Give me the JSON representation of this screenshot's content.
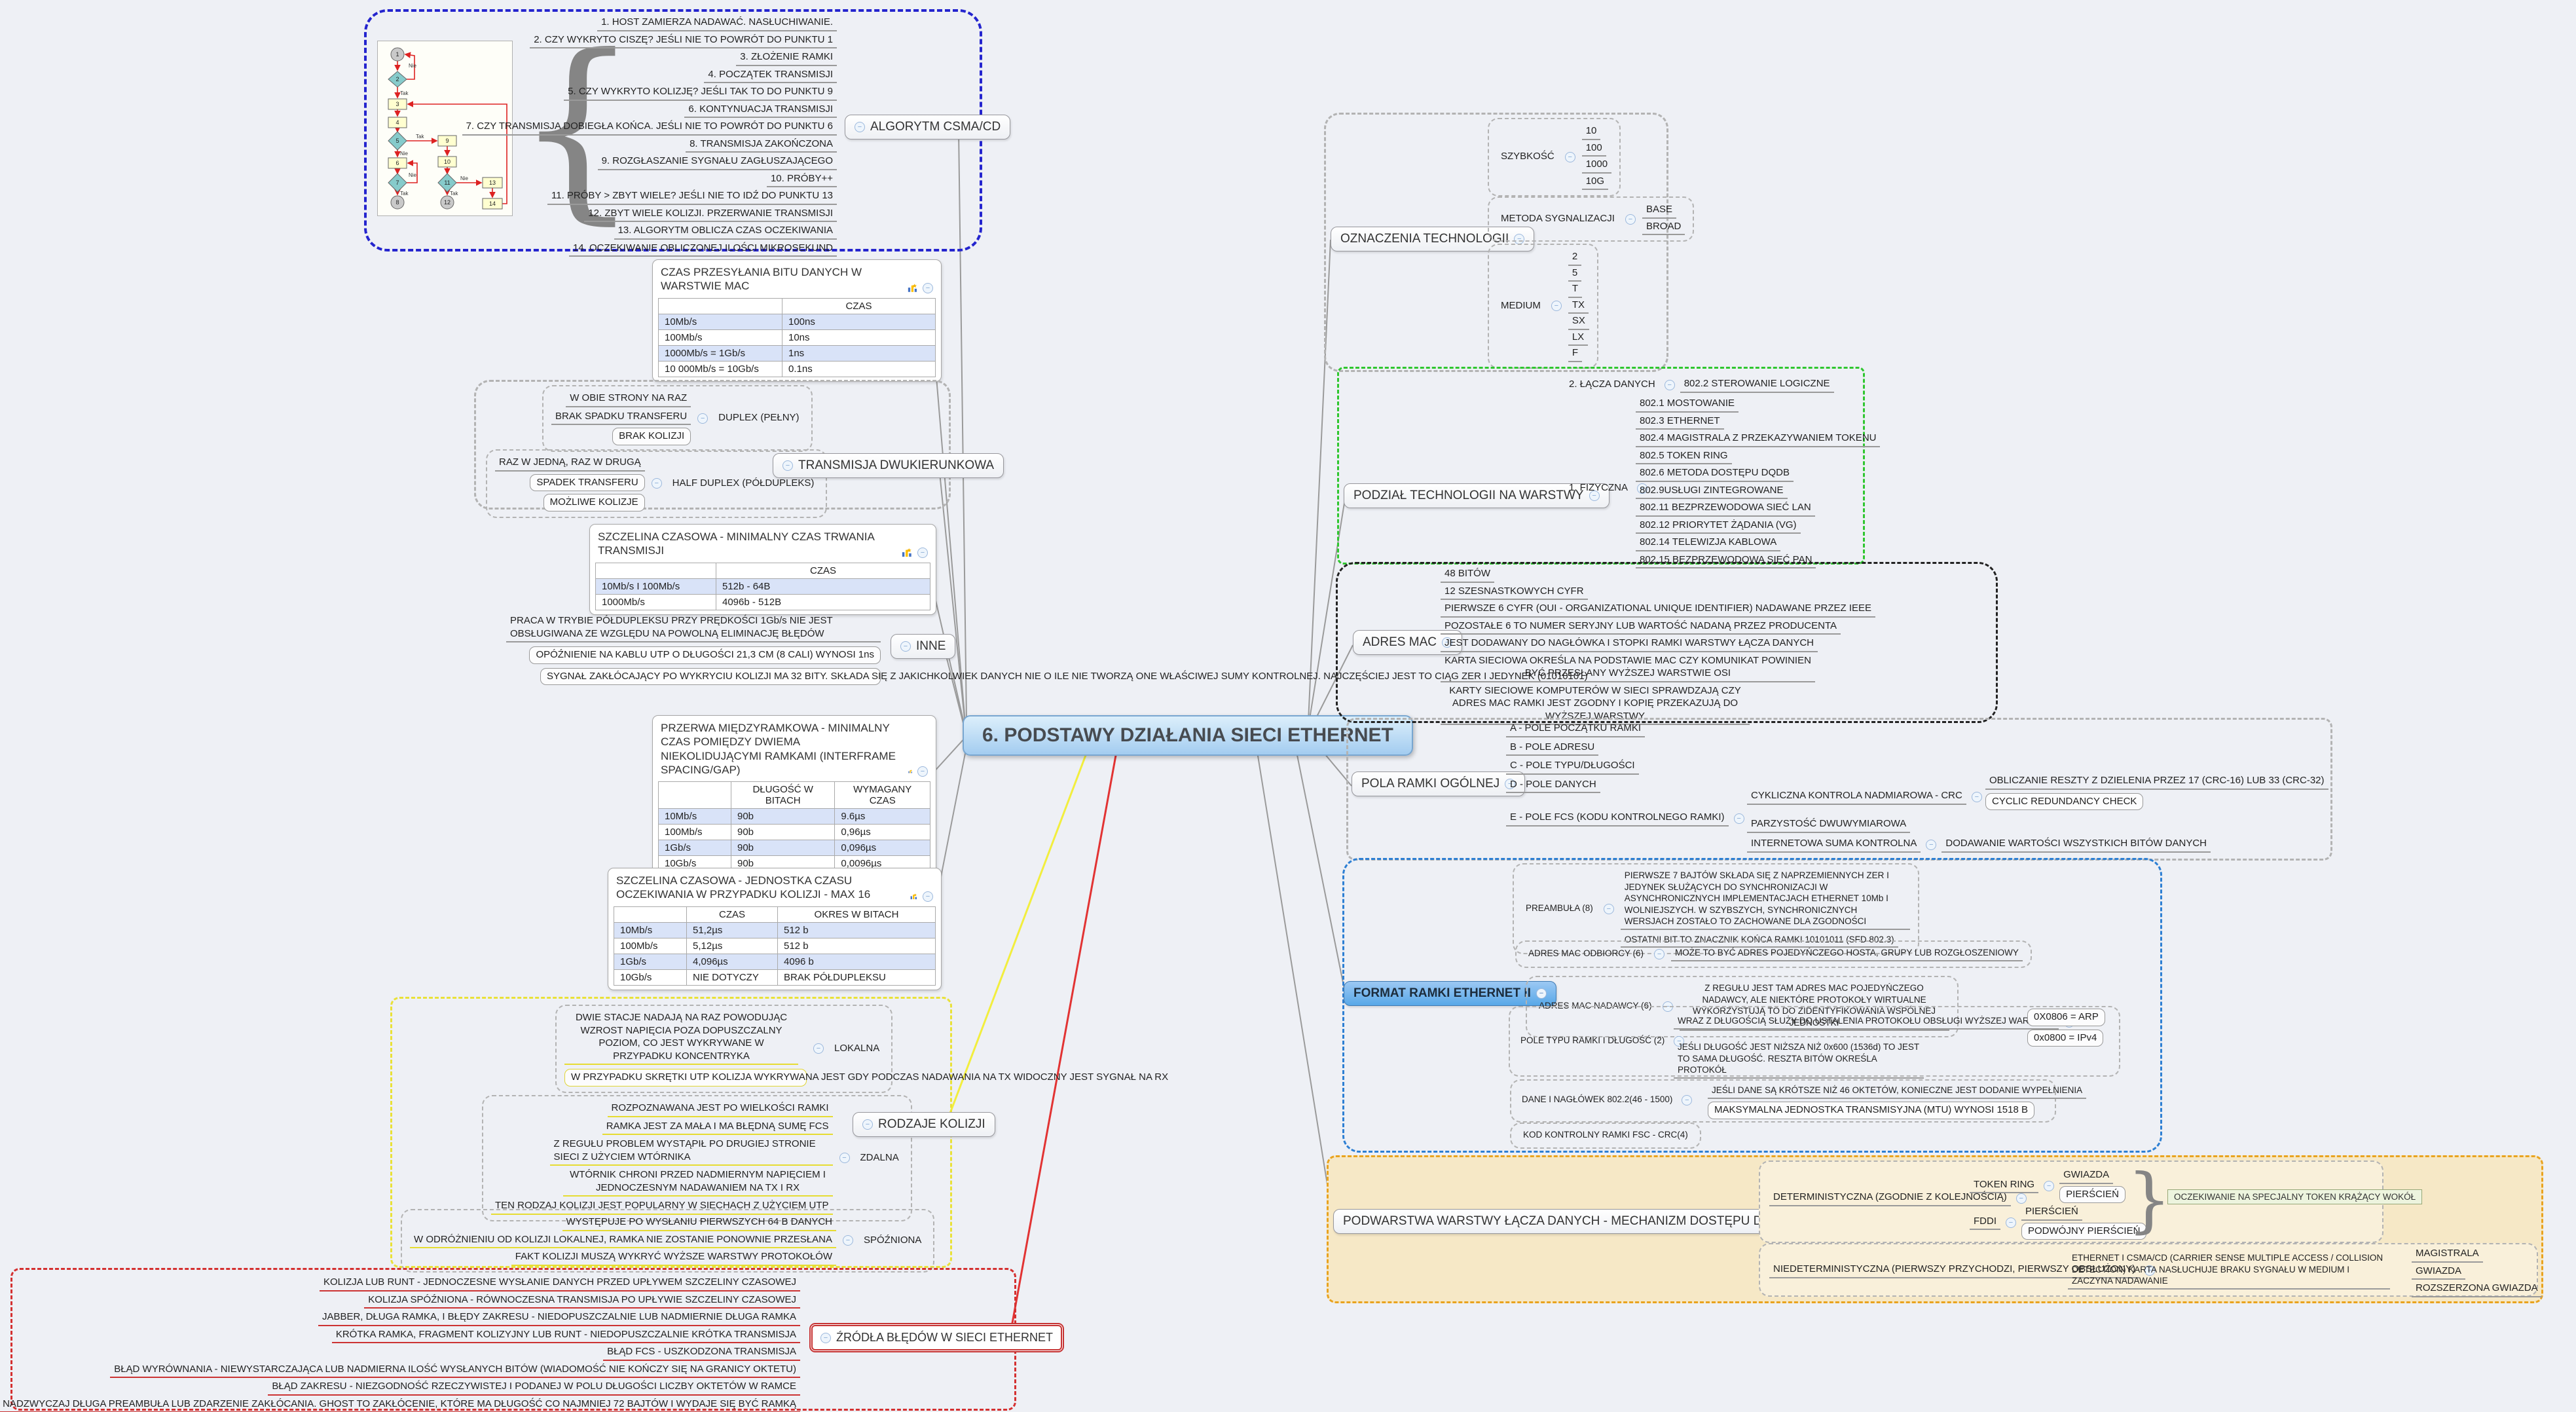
{
  "colors": {
    "bg": "#eef0f5",
    "central_fill": "#a3ccf0",
    "edge_gray": "#9a9a9a",
    "edge_yellow": "#f2ee3e",
    "edge_red": "#e23333",
    "region_blue": "#2424ce",
    "region_yellow": "#e9e138",
    "region_red": "#d43030",
    "region_green": "#2fc62f",
    "region_black": "#222222",
    "region_orange": "#e9a31f",
    "row_blue": "#d9e3f8",
    "format_node": "#58a8e8"
  },
  "icons": {
    "collapse": "−",
    "brace_left": "{",
    "brace_right": "}"
  },
  "central": {
    "title": "6. PODSTAWY DZIAŁANIA SIECI ETHERNET"
  },
  "flow": {
    "yes": "Tak",
    "no": "Nie",
    "numbers": [
      "1",
      "2",
      "3",
      "4",
      "5",
      "6",
      "7",
      "8",
      "9",
      "10",
      "11",
      "12",
      "13",
      "14"
    ]
  },
  "algorytm": {
    "label": "ALGORYTM CSMA/CD",
    "steps": [
      "1. HOST ZAMIERZA NADAWAĆ. NASŁUCHIWANIE.",
      "2. CZY WYKRYTO CISZĘ? JEŚLI NIE TO POWRÓT DO PUNKTU 1",
      "3. ZŁOŻENIE RAMKI",
      "4. POCZĄTEK TRANSMISJI",
      "5. CZY WYKRYTO KOLIZJĘ? JEŚLI TAK TO DO PUNKTU 9",
      "6. KONTYNUACJA TRANSMISJI",
      "7. CZY TRANSMISJA DOBIEGŁA KOŃCA. JEŚLI NIE TO POWRÓT DO PUNKTU 6",
      "8. TRANSMISJA ZAKOŃCZONA",
      "9. ROZGŁASZANIE SYGNAŁU ZAGŁUSZAJĄCEGO",
      "10. PRÓBY++",
      "11. PRÓBY > ZBYT WIELE? JEŚLI NIE TO IDŹ DO PUNKTU 13",
      "12. ZBYT WIELE KOLIZJI. PRZERWANIE TRANSMISJI",
      "13. ALGORYTM OBLICZA CZAS OCZEKIWANIA",
      "14. OCZEKIWANIE OBLICZONEJ ILOŚCI MIKROSEKUND"
    ]
  },
  "czas_bitu": {
    "title": "CZAS PRZESYŁANIA BITU DANYCH W WARSTWIE MAC",
    "col_czas": "CZAS",
    "rows": [
      [
        "10Mb/s",
        "100ns"
      ],
      [
        "100Mb/s",
        "10ns"
      ],
      [
        "1000Mb/s = 1Gb/s",
        "1ns"
      ],
      [
        "10 000Mb/s = 10Gb/s",
        "0.1ns"
      ]
    ]
  },
  "transmisja": {
    "label": "TRANSMISJA DWUKIERUNKOWA",
    "duplex": {
      "label": "DUPLEX (PEŁNY)",
      "items": [
        "W OBIE STRONY NA RAZ",
        "BRAK SPADKU TRANSFERU",
        "BRAK KOLIZJI"
      ]
    },
    "half": {
      "label": "HALF DUPLEX (PÓŁDUPLEKS)",
      "items": [
        "RAZ W JEDNĄ, RAZ W DRUGĄ",
        "SPADEK TRANSFERU",
        "MOŻLIWE KOLIZJE"
      ]
    }
  },
  "szczelina_transmisji": {
    "title": "SZCZELINA CZASOWA - MINIMALNY CZAS TRWANIA TRANSMISJI",
    "col_czas": "CZAS",
    "rows": [
      [
        "10Mb/s I 100Mb/s",
        "512b - 64B"
      ],
      [
        "1000Mb/s",
        "4096b - 512B"
      ]
    ]
  },
  "inne": {
    "label": "INNE",
    "items": [
      "PRACA W TRYBIE PÓŁDUPLEKSU PRZY PRĘDKOŚCI 1Gb/s NIE JEST OBSŁUGIWANA ZE WZGLĘDU NA POWOLNĄ ELIMINACJĘ BŁĘDÓW",
      "OPÓŹNIENIE NA KABLU UTP O DŁUGOŚCI 21,3 CM (8 CALI) WYNOSI 1ns",
      "SYGNAŁ ZAKŁÓCAJĄCY PO WYKRYCIU KOLIZJI MA 32 BITY. SKŁADA SIĘ Z JAKICHKOLWIEK DANYCH NIE O ILE NIE TWORZĄ ONE WŁAŚCIWEJ SUMY KONTROLNEJ. NAJCZĘŚCIEJ JEST TO CIĄG ZER I JEDYNEK (01010101)"
    ]
  },
  "przerwa": {
    "title": "PRZERWA MIĘDZYRAMKOWA - MINIMALNY CZAS POMIĘDZY DWIEMA NIEKOLIDUJĄCYMI RAMKAMI (INTERFRAME SPACING/GAP)",
    "cols": [
      "DŁUGOŚĆ W BITACH",
      "WYMAGANY CZAS"
    ],
    "rows": [
      [
        "10Mb/s",
        "90b",
        "9.6µs"
      ],
      [
        "100Mb/s",
        "90b",
        "0,96µs"
      ],
      [
        "1Gb/s",
        "90b",
        "0,096µs"
      ],
      [
        "10Gb/s",
        "90b",
        "0,0096µs"
      ]
    ]
  },
  "szczelina_kolizji": {
    "title": "SZCZELINA CZASOWA - JEDNOSTKA CZASU OCZEKIWANIA W PRZYPADKU KOLIZJI - MAX 16",
    "cols": [
      "CZAS",
      "OKRES W BITACH"
    ],
    "rows": [
      [
        "10Mb/s",
        "51,2µs",
        "512 b"
      ],
      [
        "100Mb/s",
        "5,12µs",
        "512 b"
      ],
      [
        "1Gb/s",
        "4,096µs",
        "4096 b"
      ],
      [
        "10Gb/s",
        "NIE DOTYCZY",
        "BRAK PÓŁDUPLEKSU"
      ]
    ]
  },
  "rodzaje": {
    "label": "RODZAJE KOLIZJI",
    "lokalna": {
      "label": "LOKALNA",
      "items": [
        "DWIE STACJE NADAJĄ NA RAZ POWODUJĄC WZROST NAPIĘCIA POZA DOPUSZCZALNY POZIOM, CO JEST WYKRYWANE W PRZYPADKU KONCENTRYKA",
        "W PRZYPADKU SKRĘTKI UTP KOLIZJA WYKRYWANA JEST GDY PODCZAS NADAWANIA NA TX WIDOCZNY JEST SYGNAŁ NA RX"
      ]
    },
    "zdalna": {
      "label": "ZDALNA",
      "items": [
        "ROZPOZNAWANA JEST PO WIELKOŚCI RAMKI",
        "RAMKA JEST ZA MAŁA I MA BŁĘDNĄ SUMĘ FCS",
        "Z REGUŁU PROBLEM WYSTĄPIŁ PO DRUGIEJ STRONIE SIECI Z UŻYCIEM WTÓRNIKA",
        "WTÓRNIK CHRONI PRZED NADMIERNYM NAPIĘCIEM I JEDNOCZESNYM NADAWANIEM NA TX I RX",
        "TEN RODZAJ KOLIZJI JEST POPULARNY W SIECHACH Z UŻYCIEM UTP"
      ]
    },
    "spozniona": {
      "label": "SPÓŹNIONA",
      "items": [
        "WYSTĘPUJE PO WYSŁANIU PIERWSZYCH 64 B DANYCH",
        "W ODRÓŻNIENIU OD KOLIZJI LOKALNEJ, RAMKA NIE ZOSTANIE PONOWNIE PRZESŁANA",
        "FAKT KOLIZJI MUSZĄ WYKRYĆ WYŻSZE WARSTWY PROTOKOŁÓW"
      ]
    }
  },
  "zrodla": {
    "label": "ŹRÓDŁA BŁĘDÓW W SIECI ETHERNET",
    "items": [
      "KOLIZJA LUB RUNT - JEDNOCZESNE WYSŁANIE DANYCH PRZED UPŁYWEM SZCZELINY CZASOWEJ",
      "KOLIZJA SPÓŹNIONA - RÓWNOCZESNA TRANSMISJA PO UPŁYWIE SZCZELINY CZASOWEJ",
      "JABBER, DŁUGA RAMKA, I BŁĘDY ZAKRESU - NIEDOPUSZCZALNIE LUB NADMIERNIE DŁUGA RAMKA",
      "KRÓTKA RAMKA, FRAGMENT KOLIZYJNY LUB RUNT - NIEDOPUSZCZALNIE KRÓTKA TRANSMISJA",
      "BŁĄD FCS - USZKODZONA TRANSMISJA",
      "BŁĄD WYRÓWNANIA - NIEWYSTARCZAJĄCA LUB NADMIERNA ILOŚĆ WYSŁANYCH BITÓW (WIADOMOŚĆ NIE KOŃCZY SIĘ NA GRANICY OKTETU)",
      "BŁĄD ZAKRESU - NIEZGODNOŚĆ RZECZYWISTEJ I PODANEJ W POLU DŁUGOŚCI LICZBY OKTETÓW W RAMCE",
      "GHOST LUB JABBER - NADZWYCZAJ DŁUGA PREAMBUŁA LUB ZDARZENIE ZAKŁÓCANIA. GHOST TO ZAKŁÓCENIE, KTÓRE MA DŁUGOŚĆ CO NAJMNIEJ 72 BAJTÓW I WYDAJE SIĘ BYĆ RAMKĄ"
    ]
  },
  "oznaczenia": {
    "label": "OZNACZENIA TECHNOLOGII",
    "szybkosc": {
      "label": "SZYBKOŚĆ",
      "items": [
        "10",
        "100",
        "1000",
        "10G"
      ]
    },
    "metoda": {
      "label": "METODA SYGNALIZACJI",
      "items": [
        "BASE",
        "BROAD"
      ]
    },
    "medium": {
      "label": "MEDIUM",
      "items": [
        "2",
        "5",
        "T",
        "TX",
        "SX",
        "LX",
        "F"
      ]
    }
  },
  "podzial": {
    "label": "PODZIAŁ TECHNOLOGII NA WARSTWY",
    "lacza": {
      "label": "2. ŁĄCZA DANYCH",
      "item": "802.2 STEROWANIE LOGICZNE"
    },
    "fizyczna": {
      "label": "1. FIZYCZNA",
      "items": [
        "802.1 MOSTOWANIE",
        "802.3 ETHERNET",
        "802.4 MAGISTRALA Z PRZEKAZYWANIEM TOKENU",
        "802.5 TOKEN RING",
        "802.6 METODA DOSTĘPU DQDB",
        "802.9USŁUGI ZINTEGROWANE",
        "802.11 BEZPRZEWODOWA SIEĆ LAN",
        "802.12 PRIORYTET ŻĄDANIA (VG)",
        "802.14 TELEWIZJA KABLOWA",
        "802.15 BEZPRZEWODOWA SIEĆ PAN"
      ]
    }
  },
  "adres_mac": {
    "label": "ADRES MAC",
    "items": [
      "48 BITÓW",
      "12 SZESNASTKOWYCH CYFR",
      "PIERWSZE 6 CYFR (OUI - ORGANIZATIONAL UNIQUE IDENTIFIER) NADAWANE PRZEZ IEEE",
      "POZOSTAŁE 6 TO NUMER SERYJNY LUB WARTOŚĆ NADANĄ PRZEZ PRODUCENTA",
      "JEST DODAWANY DO NAGŁÓWKA I STOPKI RAMKI WARSTWY ŁĄCZA DANYCH",
      "KARTA SIECIOWA OKREŚLA NA PODSTAWIE MAC CZY KOMUNIKAT POWINIEN BYĆ PRZESŁANY WYŻSZEJ WARSTWIE OSI",
      "KARTY SIECIOWE KOMPUTERÓW W SIECI SPRAWDZAJĄ CZY ADRES MAC RAMKI JEST ZGODNY I KOPIĘ PRZEKAZUJĄ DO WYŻSZEJ WARSTWY"
    ]
  },
  "pola_ramki": {
    "label": "POLA RAMKI OGÓLNEJ",
    "items": [
      "A - POLE POCZĄTKU RAMKI",
      "B - POLE ADRESU",
      "C - POLE TYPU/DŁUGOŚCI",
      "D - POLE DANYCH"
    ],
    "fcs": {
      "label": "E - POLE FCS (KODU KONTROLNEGO RAMKI)",
      "crc": {
        "label": "CYKLICZNA KONTROLA NADMIAROWA - CRC",
        "items": [
          "OBLICZANIE RESZTY Z DZIELENIA PRZEZ 17 (CRC-16) LUB 33 (CRC-32)",
          "CYCLIC REDUNDANCY CHECK"
        ]
      },
      "parzystosc": "PARZYSTOŚĆ DWUWYMIAROWA",
      "suma": {
        "label": "INTERNETOWA SUMA KONTROLNA",
        "item": "DODAWANIE WARTOŚCI WSZYSTKICH BITÓW DANYCH"
      }
    }
  },
  "format_ramki": {
    "label": "FORMAT RAMKI ETHERNET II",
    "preambula": {
      "label": "PREAMBUŁA (8)",
      "items": [
        "PIERWSZE 7 BAJTÓW SKŁADA SIĘ Z NAPRZEMIENNYCH ZER I JEDYNEK SŁUŻĄCYCH DO SYNCHRONIZACJI W ASYNCHRONICZNYCH IMPLEMENTACJACH ETHERNET 10Mb I WOLNIEJSZYCH. W SZYBSZYCH, SYNCHRONICZNYCH WERSJACH ZOSTAŁO TO ZACHOWANE DLA ZGODNOŚCI",
        "OSTATNI BIT TO ZNACZNIK KOŃCA RAMKI 10101011 (SFD 802.3)"
      ]
    },
    "odbiorca": {
      "label": "ADRES MAC ODBIORCY (6)",
      "item": "MOŻE TO BYĆ ADRES POJEDYŃCZEGO HOSTA, GRUPY LUB ROZGŁOSZENIOWY"
    },
    "nadawca": {
      "label": "ADRES MAC NADAWCY (6)",
      "item": "Z REGUŁU JEST TAM ADRES MAC POJEDYŃCZEGO NADAWCY, ALE NIEKTÓRE PROTOKOŁY WIRTUALNE WYKORZYSTUJĄ TO DO ZIDENTYFIKOWANIA WSPÓLNEJ JEDNOSTKI"
    },
    "pole_typu": {
      "label": "POLE TYPU RAMKI I DŁUGOŚĆ (2)",
      "wraz": {
        "label": "WRAZ Z DŁUGOŚCIĄ SŁUŻY DO USTALENIA PROTOKOŁU OBSŁUGI WYŻSZEJ WARSTWY",
        "items": [
          "0X0806 = ARP",
          "0x0800 = IPv4"
        ]
      },
      "jesli": "JEŚLI DŁUGOŚĆ JEST NIŻSZA NIŻ 0x600 (1536d) TO JEST TO SAMA DŁUGOŚĆ. RESZTA BITÓW OKREŚLA PROTOKÓŁ"
    },
    "dane": {
      "label": "DANE I NAGŁÓWEK 802.2(46 - 1500)",
      "items": [
        "JEŚLI DANE SĄ KRÓTSZE NIŻ 46 OKTETÓW, KONIECZNE JEST DODANIE WYPEŁNIENIA",
        "MAKSYMALNA JEDNOSTKA TRANSMISYJNA (MTU) WYNOSI 1518 B"
      ]
    },
    "kod": {
      "label": "KOD KONTROLNY RAMKI FSC - CRC(4)"
    }
  },
  "podwarstwa": {
    "label": "PODWARSTWA WARSTWY ŁĄCZA DANYCH - MECHANIZM DOSTĘPU DO MEDIUM (MAC)",
    "det": {
      "label": "DETERMINISTYCZNA (ZGODNIE Z KOLEJNOŚCIĄ)",
      "token_ring": {
        "label": "TOKEN RING",
        "items": [
          "GWIAZDA",
          "PIERŚCIEŃ"
        ]
      },
      "fddi": {
        "label": "FDDI",
        "items": [
          "PIERŚCIEŃ",
          "PODWÓJNY PIERŚCIEŃ"
        ]
      },
      "note": "OCZEKIWANIE NA SPECJALNY TOKEN KRĄŻĄCY WOKÓŁ"
    },
    "niedet": {
      "label": "NIEDETERMINISTYCZNA (PIERWSZY PRZYCHODZI, PIERWSZY OBSŁUŻONY)",
      "eth": "ETHERNET I CSMA/CD (CARRIER SENSE MULTIPLE ACCESS / COLLISION DETECTION) KARTA NASŁUCHUJE BRAKU SYGNAŁU W MEDIUM I ZACZYNA NADAWANIE",
      "items": [
        "MAGISTRALA",
        "GWIAZDA",
        "ROZSZERZONA GWIAZDA"
      ]
    }
  }
}
